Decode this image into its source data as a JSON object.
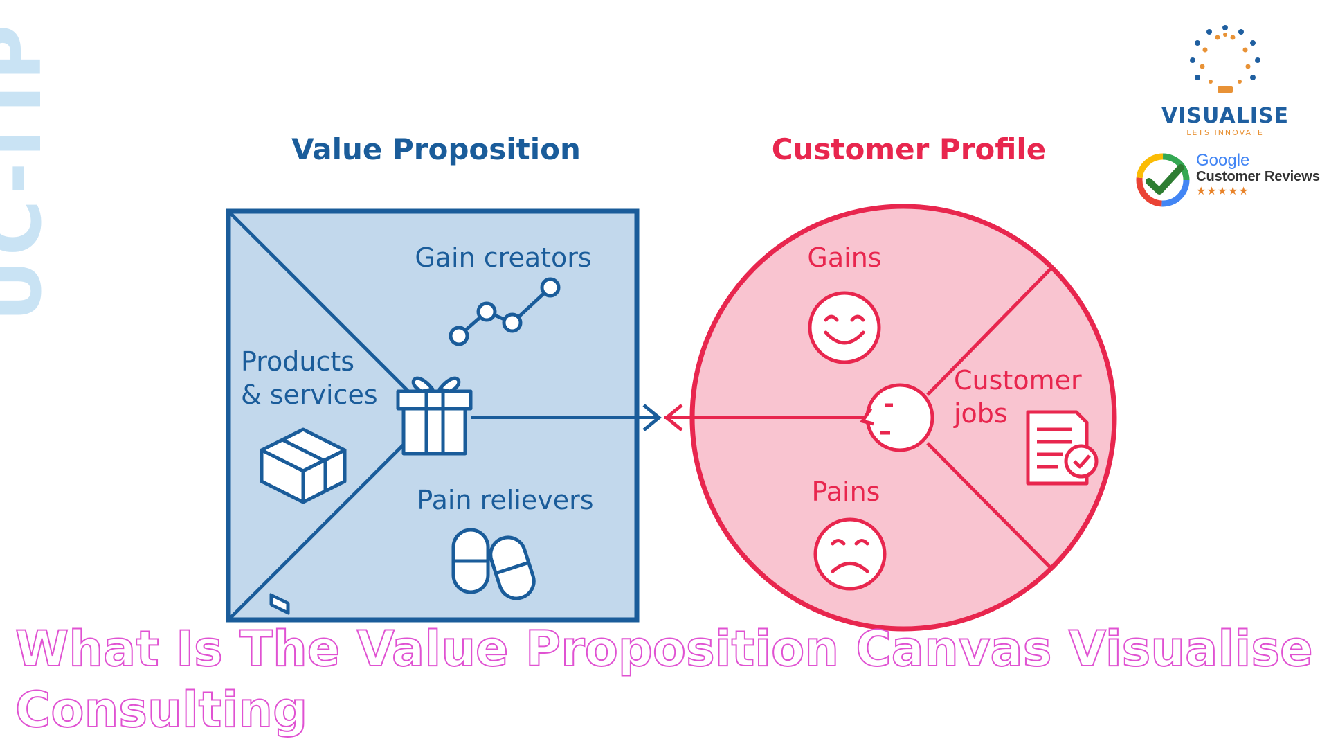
{
  "diagram": {
    "value_proposition_title": "Value Proposition",
    "customer_profile_title": "Customer Profile",
    "gain_creators": "Gain creators",
    "products_line1": "Products",
    "products_line2": "& services",
    "pain_relievers": "Pain relievers",
    "gains": "Gains",
    "customer_jobs_line1": "Customer",
    "customer_jobs_line2": "jobs",
    "pains": "Pains",
    "colors": {
      "blue": "#1a5c9a",
      "blue_fill": "#c2d8ec",
      "red": "#e8264e",
      "red_fill": "#f9c4d0"
    }
  },
  "brand": {
    "name": "VISUALISE",
    "tagline": "LETS INNOVATE"
  },
  "reviews": {
    "google": "Google",
    "label": "Customer Reviews",
    "stars": "★★★★★"
  },
  "page": {
    "heading": "What Is The Value Proposition Canvas Visualise Consulting"
  }
}
